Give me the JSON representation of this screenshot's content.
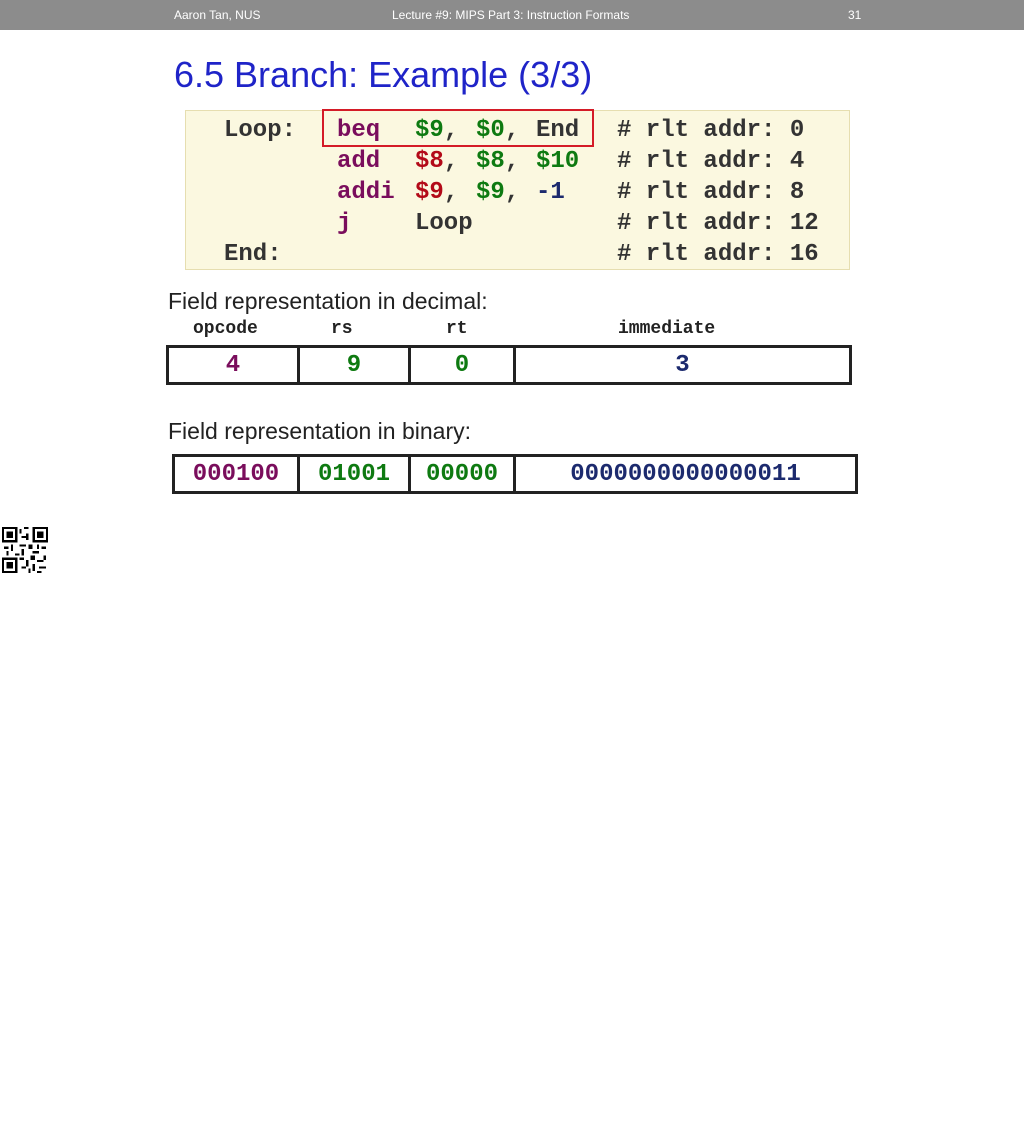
{
  "header": {
    "author": "Aaron Tan, NUS",
    "lecture": "Lecture #9: MIPS Part 3: Instruction Formats",
    "page": "31"
  },
  "title": "6.5 Branch: Example (3/3)",
  "code": {
    "labels": [
      "Loop:",
      "End:"
    ],
    "lines": [
      {
        "op": "beq",
        "args": [
          "$9",
          "$0",
          "End"
        ],
        "comment": "# rlt addr: 0"
      },
      {
        "op": "add",
        "args": [
          "$8",
          "$8",
          "$10"
        ],
        "comment": "# rlt addr: 4"
      },
      {
        "op": "addi",
        "args": [
          "$9",
          "$9",
          "-1"
        ],
        "comment": "# rlt addr: 8"
      },
      {
        "op": "j",
        "args": [
          "Loop"
        ],
        "comment": "# rlt addr: 12"
      },
      {
        "comment": "# rlt addr: 16"
      }
    ],
    "separator": ","
  },
  "decimal": {
    "heading": "Field representation in decimal:",
    "labels": [
      "opcode",
      "rs",
      "rt",
      "immediate"
    ],
    "values": [
      "4",
      "9",
      "0",
      "3"
    ]
  },
  "binary": {
    "heading": "Field representation in binary:",
    "values": [
      "000100",
      "01001",
      "00000",
      "0000000000000011"
    ]
  },
  "colors": {
    "title": "#1f24c8",
    "header_bg": "#8c8c8c",
    "code_bg": "#fbf8e0",
    "keyword": "#7a0d5c",
    "register": "#0e7a11",
    "register_alt": "#b30a18",
    "immediate": "#1c2a6e",
    "highlight_box": "#d41b27"
  }
}
